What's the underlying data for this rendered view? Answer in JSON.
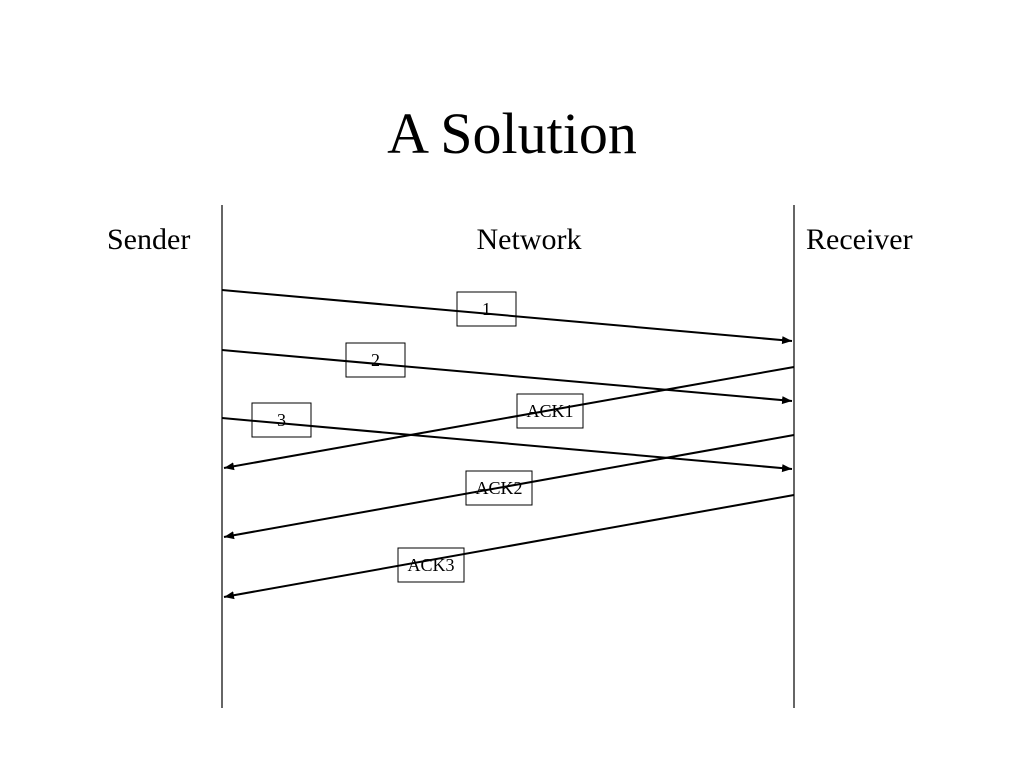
{
  "slide": {
    "title": "A Solution"
  },
  "columns": {
    "sender": "Sender",
    "network": "Network",
    "receiver": "Receiver"
  },
  "messages": [
    {
      "label": "1",
      "direction": "sender-to-receiver"
    },
    {
      "label": "2",
      "direction": "sender-to-receiver"
    },
    {
      "label": "3",
      "direction": "sender-to-receiver"
    },
    {
      "label": "ACK1",
      "direction": "receiver-to-sender"
    },
    {
      "label": "ACK2",
      "direction": "receiver-to-sender"
    },
    {
      "label": "ACK3",
      "direction": "receiver-to-sender"
    }
  ],
  "colors": {
    "line": "#000000",
    "background": "#ffffff"
  }
}
